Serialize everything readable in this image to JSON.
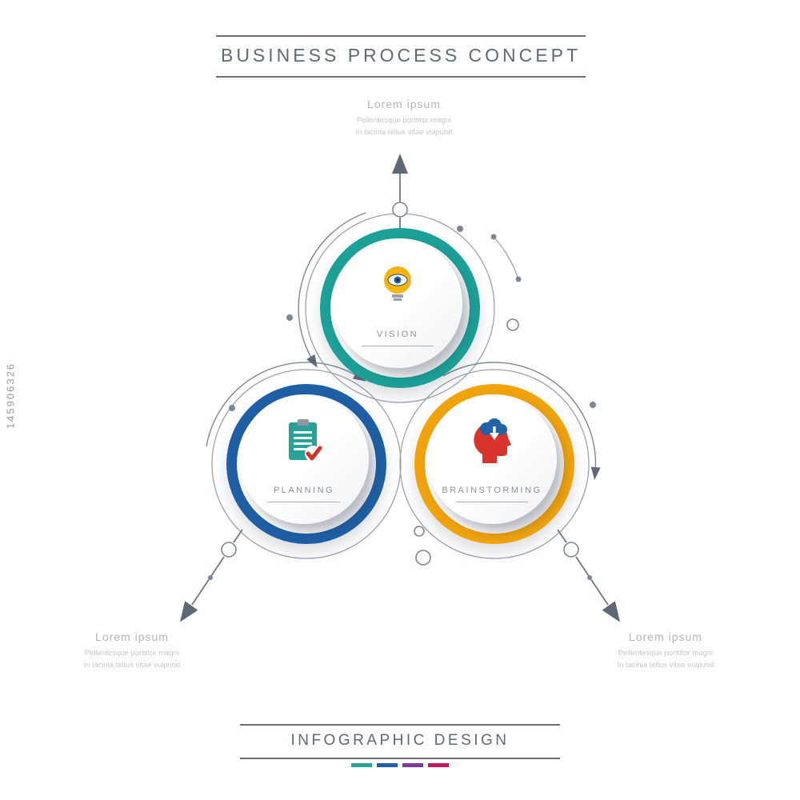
{
  "watermark": "145906326",
  "header": {
    "title": "BUSINESS PROCESS CONCEPT"
  },
  "footer": {
    "title": "INFOGRAPHIC DESIGN",
    "bar_colors": [
      "#2aa198",
      "#2163a6",
      "#7d3c98",
      "#c2185b"
    ]
  },
  "text_blocks": {
    "top": {
      "heading": "Lorem ipsum",
      "line1": "Pellentesque porttitor magni",
      "line2": "In lacinia tellus vitae vulputat"
    },
    "bottom_left": {
      "heading": "Lorem ipsum",
      "line1": "Pellentesque porttitor magni",
      "line2": "In lacinia tellus vitae vulputat"
    },
    "bottom_right": {
      "heading": "Lorem ipsum",
      "line1": "Pellentesque porttitor magni",
      "line2": "In lacinia tellus vitae vulputat"
    }
  },
  "nodes": [
    {
      "id": "vision",
      "label": "VISION",
      "color": "#1ba197",
      "icon": "bulb-eye-icon"
    },
    {
      "id": "planning",
      "label": "PLANNING",
      "color": "#1e5fa5",
      "icon": "clipboard-check-icon"
    },
    {
      "id": "brainstorming",
      "label": "BRAINSTORMING",
      "color": "#f0a30a",
      "icon": "head-cloud-icon"
    }
  ],
  "colors": {
    "line": "#7d8694",
    "arrow": "#5f6875",
    "label_text": "#8b929e",
    "title_text": "#5d6a77"
  }
}
